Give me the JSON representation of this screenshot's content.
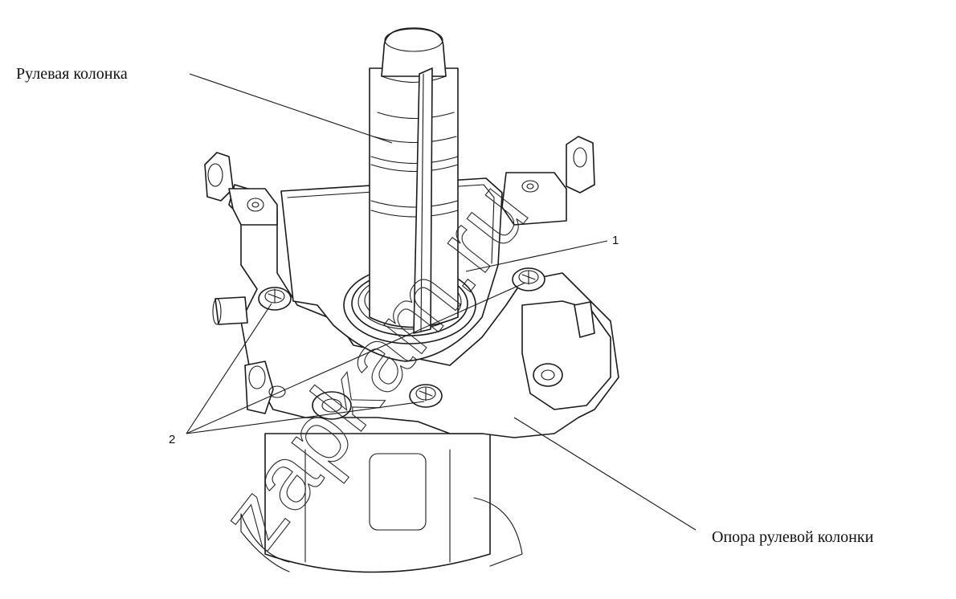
{
  "labels": {
    "steering_column": "Рулевая колонка",
    "steering_column_support": "Опора рулевой колонки",
    "callout_1": "1",
    "callout_2": "2"
  },
  "watermark": {
    "text": "zapkam.ru"
  },
  "colors": {
    "ink": "#1a1a1a",
    "background": "#ffffff"
  }
}
